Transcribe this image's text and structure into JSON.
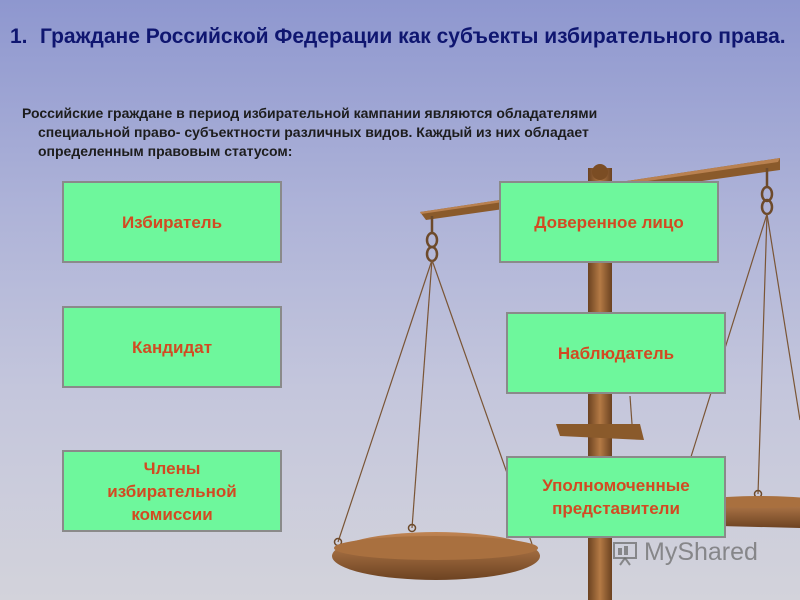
{
  "slide": {
    "title_number": "1.",
    "title": "Граждане Российской Федерации как субъекты избирательного права.",
    "intro_lines": [
      "Российские граждане в период избирательной кампании являются обладателями",
      "специальной право- субъектности различных видов. Каждый из них обладает",
      "определенным правовым статусом:"
    ]
  },
  "subjects": [
    {
      "id": "voter",
      "label": "Избиратель"
    },
    {
      "id": "trusted",
      "label": "Доверенное лицо"
    },
    {
      "id": "candidate",
      "label": "Кандидат"
    },
    {
      "id": "observer",
      "label": "Наблюдатель"
    },
    {
      "id": "commission",
      "label": "Члены избирательной комиссии"
    },
    {
      "id": "authorized",
      "label": "Уполномоченные представители"
    }
  ],
  "watermark": {
    "text": "MyShared"
  },
  "colors": {
    "title": "#0f1670",
    "box_fill": "#6ef79c",
    "box_text": "#d24a22",
    "scale_wood": "#8a5a2b"
  }
}
